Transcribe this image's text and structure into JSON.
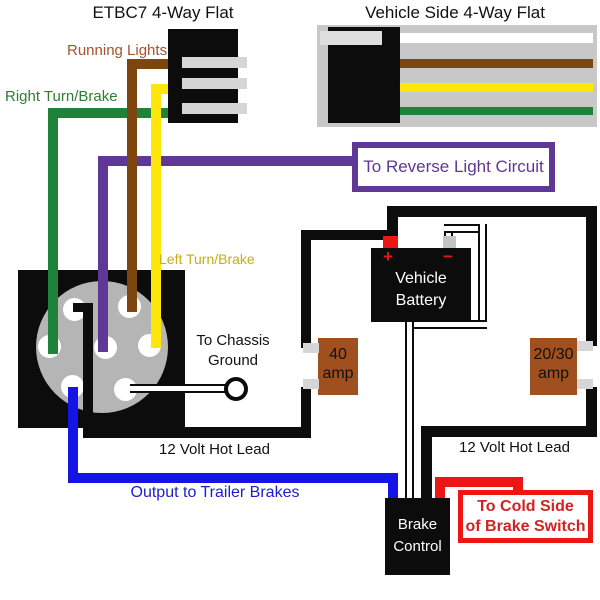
{
  "colors": {
    "wire_green": "#1e8238",
    "wire_purple": "#5f3796",
    "wire_brown": "#7d460f",
    "wire_yellow": "#ffe60a",
    "wire_black": "#0c0c0c",
    "wire_blue": "#1414e6",
    "wire_red": "#ee1515",
    "fuse_fill": "#a0501e",
    "pin_gray": "#d6d6d6",
    "panel_gray": "#c8c8c8",
    "circle_gray": "#b5b5b5",
    "label_brown": "#a5522d",
    "label_green": "#2e7d32",
    "label_yellow": "#c5ae14",
    "label_purple": "#5f3796",
    "label_blue": "#1d1dcf",
    "label_red": "#d22222",
    "label_black": "#111111"
  },
  "titles": {
    "etbc7": "ETBC7 4-Way Flat",
    "vehicle_side": "Vehicle Side 4-Way Flat"
  },
  "labels": {
    "running_lights": "Running Lights",
    "right_turn_brake": "Right Turn/Brake",
    "left_turn_brake": "Left Turn/Brake",
    "reverse_circuit": "To Reverse Light Circuit",
    "chassis_ground_line1": "To Chassis",
    "chassis_ground_line2": "Ground",
    "hot_lead_left": "12 Volt Hot Lead",
    "hot_lead_right": "12 Volt Hot Lead",
    "output_trailer_brakes": "Output to Trailer Brakes",
    "cold_side_line1": "To Cold Side",
    "cold_side_line2": "of Brake Switch"
  },
  "components": {
    "battery": {
      "line1": "Vehicle",
      "line2": "Battery",
      "plus": "+",
      "minus": "−"
    },
    "fuse_40": {
      "line1": "40",
      "line2": "amp"
    },
    "fuse_2030": {
      "line1": "20/30",
      "line2": "amp"
    },
    "brake_control": {
      "line1": "Brake",
      "line2": "Control"
    }
  }
}
